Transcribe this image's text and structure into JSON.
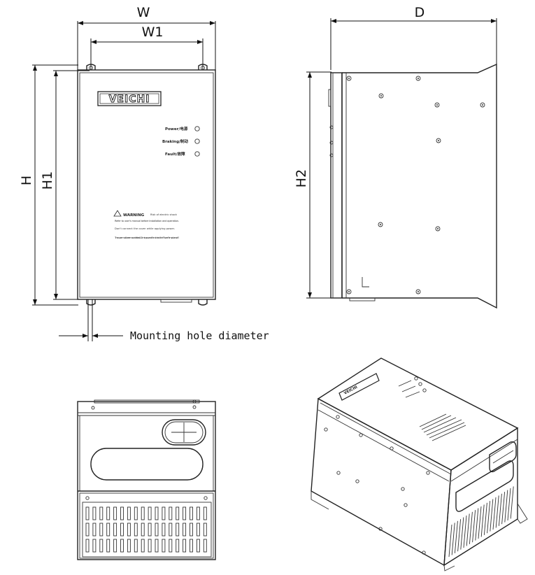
{
  "dimensions": {
    "w": "W",
    "w1": "W1",
    "d": "D",
    "h": "H",
    "h1": "H1",
    "h2": "H2"
  },
  "notes": {
    "mounting_hole": "Mounting hole diameter"
  },
  "front_panel": {
    "brand": "VEICHI",
    "indicators": [
      "Power/电源",
      "Braking/制动",
      "Fault/故障"
    ],
    "warning_title": "WARNING",
    "warning_subtitle": "Risk of electric shock",
    "warning_lines": [
      "Refer to user's manual before installation and operation.",
      "Don't connect the cover while applying power.",
      "The cover must be removed at least 10 min power off and check the \"Power\" lamp turns off."
    ]
  }
}
